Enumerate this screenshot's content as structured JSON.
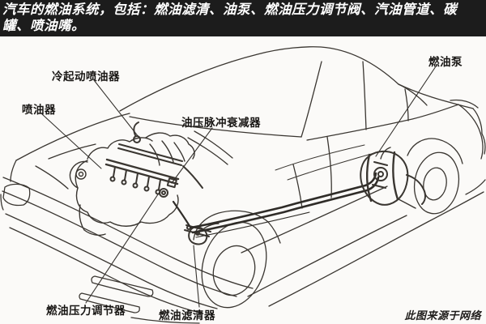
{
  "header": {
    "text": "汽车的燃油系统，包括：燃油滤清、油泵、燃油压力调节阀、汽油管道、碳罐、喷油嘴。",
    "bg_color": "#1c1c1c",
    "text_color": "#ffffff"
  },
  "diagram": {
    "subject": "car-fuel-system-cutaway-line-drawing",
    "line_color": "#3a3631",
    "labels": [
      {
        "id": "cold-start-injector",
        "text": "冷起动喷油器"
      },
      {
        "id": "injector",
        "text": "喷油器"
      },
      {
        "id": "pressure-pulsation-damper",
        "text": "油压脉冲衰减器"
      },
      {
        "id": "fuel-pump",
        "text": "燃油泵"
      },
      {
        "id": "fuel-pressure-regulator",
        "text": "燃油压力调节器"
      },
      {
        "id": "fuel-filter",
        "text": "燃油滤清器"
      }
    ]
  },
  "watermark": {
    "text": "此图来源于网络"
  }
}
